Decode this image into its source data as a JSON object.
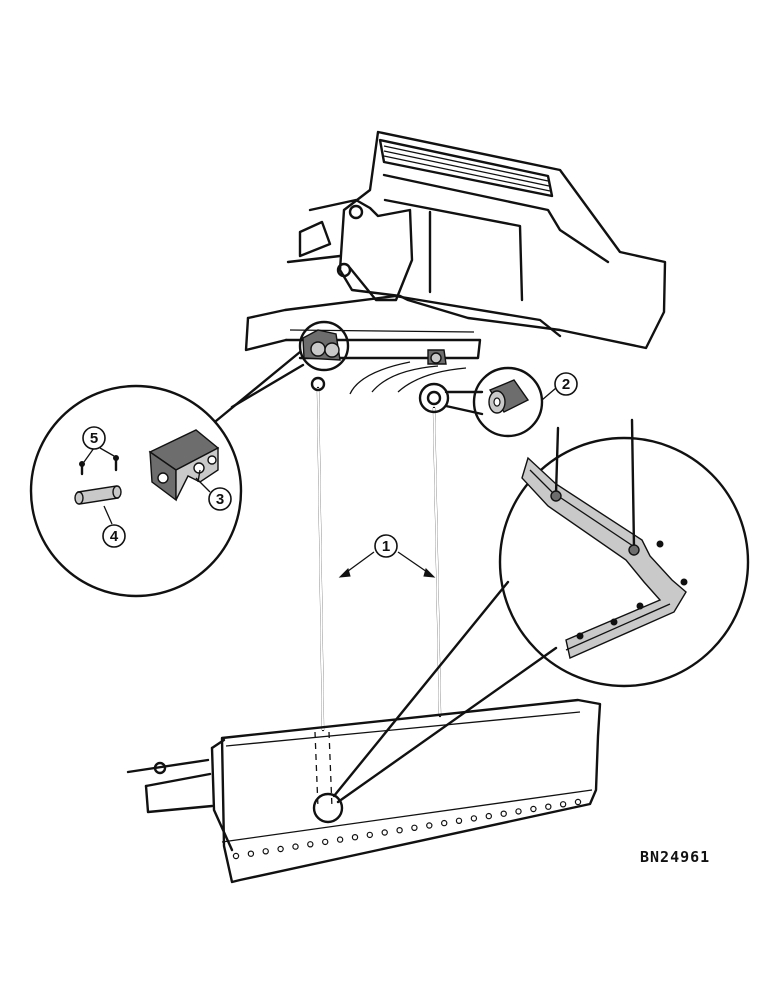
{
  "figure": {
    "reference_code": "BN24961"
  },
  "callouts": [
    {
      "id": "callout-1",
      "label": "1"
    },
    {
      "id": "callout-2",
      "label": "2"
    },
    {
      "id": "callout-3",
      "label": "3"
    },
    {
      "id": "callout-4",
      "label": "4"
    },
    {
      "id": "callout-5",
      "label": "5"
    }
  ],
  "colors": {
    "ink": "#111111",
    "paper": "#ffffff"
  }
}
